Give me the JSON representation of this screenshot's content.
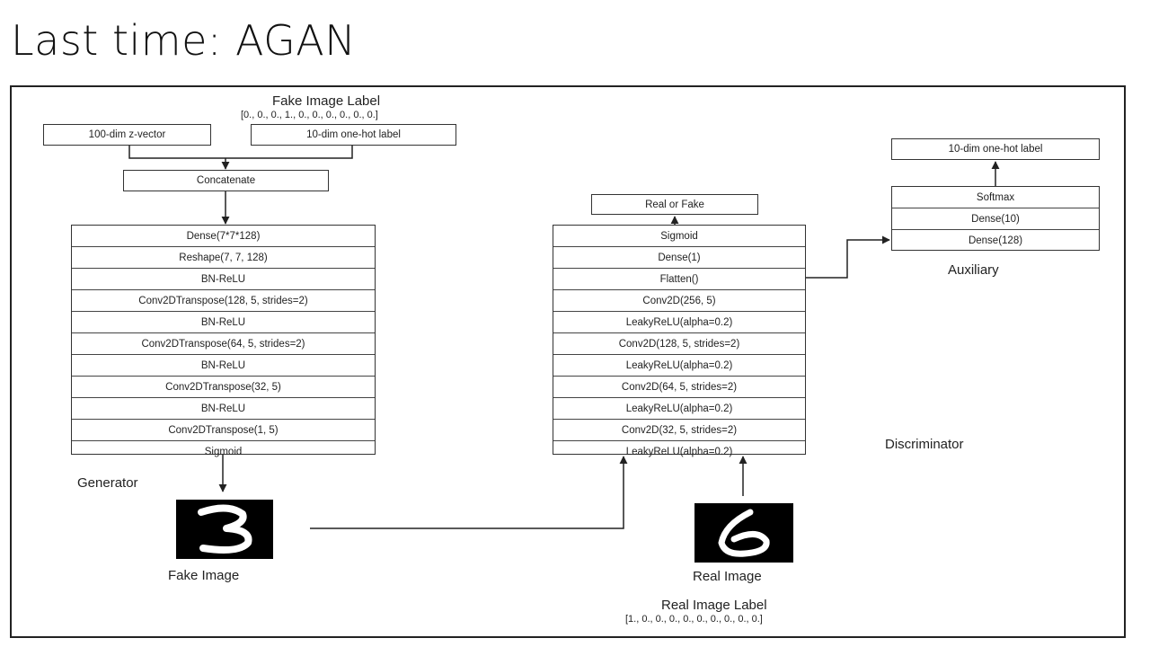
{
  "slide": {
    "title": "Last time: AGAN"
  },
  "fake_label": {
    "title": "Fake Image Label",
    "vector": "[0., 0., 0., 1., 0., 0., 0., 0., 0., 0.]"
  },
  "generator_inputs": {
    "z_vector": "100-dim z-vector",
    "one_hot": "10-dim one-hot label",
    "concatenate": "Concatenate"
  },
  "generator": {
    "name": "Generator",
    "layers": [
      "Dense(7*7*128)",
      "Reshape(7, 7, 128)",
      "BN-ReLU",
      "Conv2DTranspose(128, 5, strides=2)",
      "BN-ReLU",
      "Conv2DTranspose(64, 5, strides=2)",
      "BN-ReLU",
      "Conv2DTranspose(32, 5)",
      "BN-ReLU",
      "Conv2DTranspose(1, 5)",
      "Sigmoid"
    ]
  },
  "discriminator": {
    "name": "Discriminator",
    "output": "Real or Fake",
    "layers": [
      "Sigmoid",
      "Dense(1)",
      "Flatten()",
      "Conv2D(256, 5)",
      "LeakyReLU(alpha=0.2)",
      "Conv2D(128, 5, strides=2)",
      "LeakyReLU(alpha=0.2)",
      "Conv2D(64, 5, strides=2)",
      "LeakyReLU(alpha=0.2)",
      "Conv2D(32, 5, strides=2)",
      "LeakyReLU(alpha=0.2)"
    ]
  },
  "auxiliary": {
    "name": "Auxiliary",
    "output": "10-dim one-hot label",
    "layers": [
      "Softmax",
      "Dense(10)",
      "Dense(128)"
    ]
  },
  "images": {
    "fake_caption": "Fake Image",
    "fake_digit": "3",
    "real_caption": "Real Image",
    "real_digit": "6"
  },
  "real_label": {
    "title": "Real Image Label",
    "vector": "[1., 0., 0., 0., 0., 0., 0., 0., 0., 0.]"
  }
}
